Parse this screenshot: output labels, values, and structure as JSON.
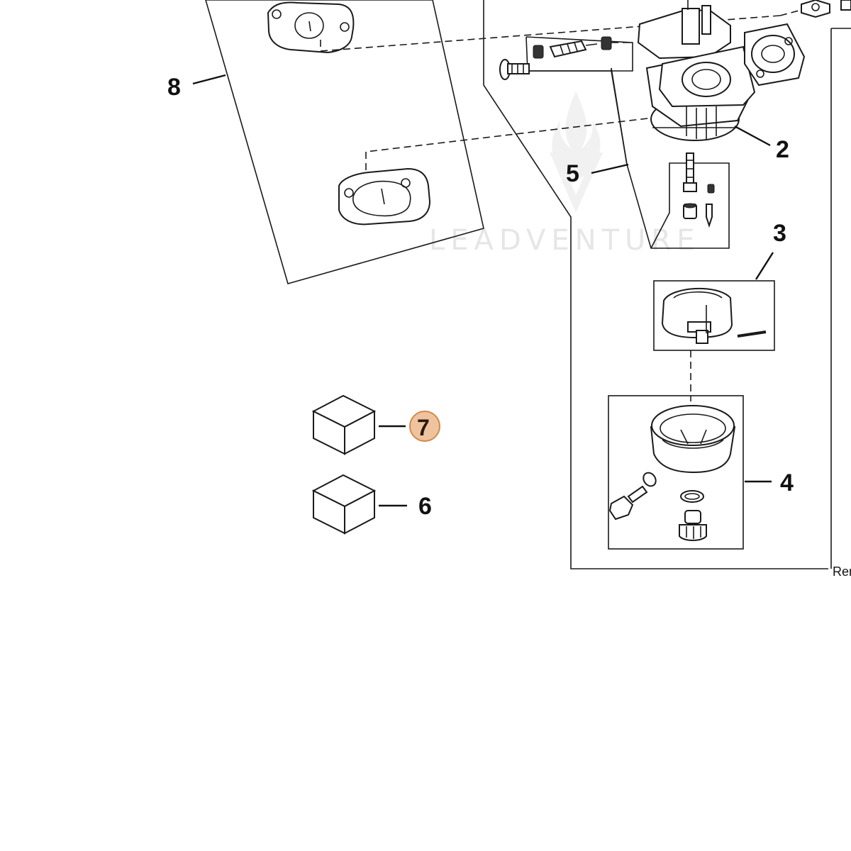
{
  "diagram": {
    "watermark": "LEADVENTURE",
    "callouts": [
      {
        "id": "8",
        "label": "8",
        "part": "carburetor-insulator-gaskets"
      },
      {
        "id": "2",
        "label": "2",
        "part": "carburetor-body"
      },
      {
        "id": "5",
        "label": "5",
        "part": "needle-and-screw-kit"
      },
      {
        "id": "3",
        "label": "3",
        "part": "float-assembly"
      },
      {
        "id": "4",
        "label": "4",
        "part": "float-bowl-kit"
      },
      {
        "id": "7",
        "label": "7",
        "part": "boxed-part-7",
        "highlighted": true
      },
      {
        "id": "6",
        "label": "6",
        "part": "boxed-part-6"
      }
    ],
    "side_note": "Rer",
    "highlight_color": "#efc39e"
  }
}
